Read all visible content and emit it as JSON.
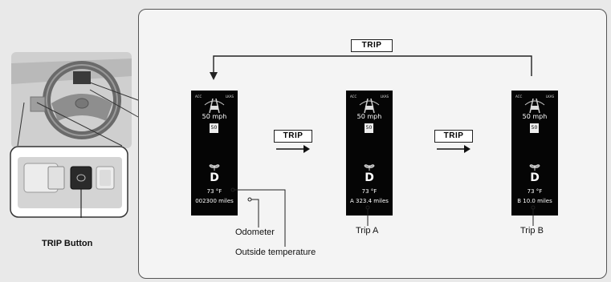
{
  "labels": {
    "trip_button": "TRIP Button",
    "odometer": "Odometer",
    "outside_temperature": "Outside temperature",
    "trip_a": "Trip A",
    "trip_b": "Trip B",
    "trip_top": "TRIP",
    "trip_arrow_1": "TRIP",
    "trip_arrow_2": "TRIP"
  },
  "clusters": [
    {
      "acc": "ACC",
      "lkas": "LKAS",
      "speed": "50 mph",
      "limit": "50",
      "gear": "D",
      "temp": "73 °F",
      "reading": "002300 miles"
    },
    {
      "acc": "ACC",
      "lkas": "LKAS",
      "speed": "50 mph",
      "limit": "50",
      "gear": "D",
      "temp": "73 °F",
      "reading": "A 323.4 miles"
    },
    {
      "acc": "ACC",
      "lkas": "LKAS",
      "speed": "50 mph",
      "limit": "50",
      "gear": "D",
      "temp": "73 °F",
      "reading": "B 10.0 miles"
    }
  ],
  "icons": {
    "steering_wheel": "steering-wheel-icon",
    "trip_button": "trip-button-icon",
    "eco": "eco-leaf-icon",
    "arrow": "arrow-right-icon"
  },
  "colors": {
    "background": "#e9e9e9",
    "panel": "#f4f4f4",
    "display": "#050505",
    "line": "#222222"
  }
}
